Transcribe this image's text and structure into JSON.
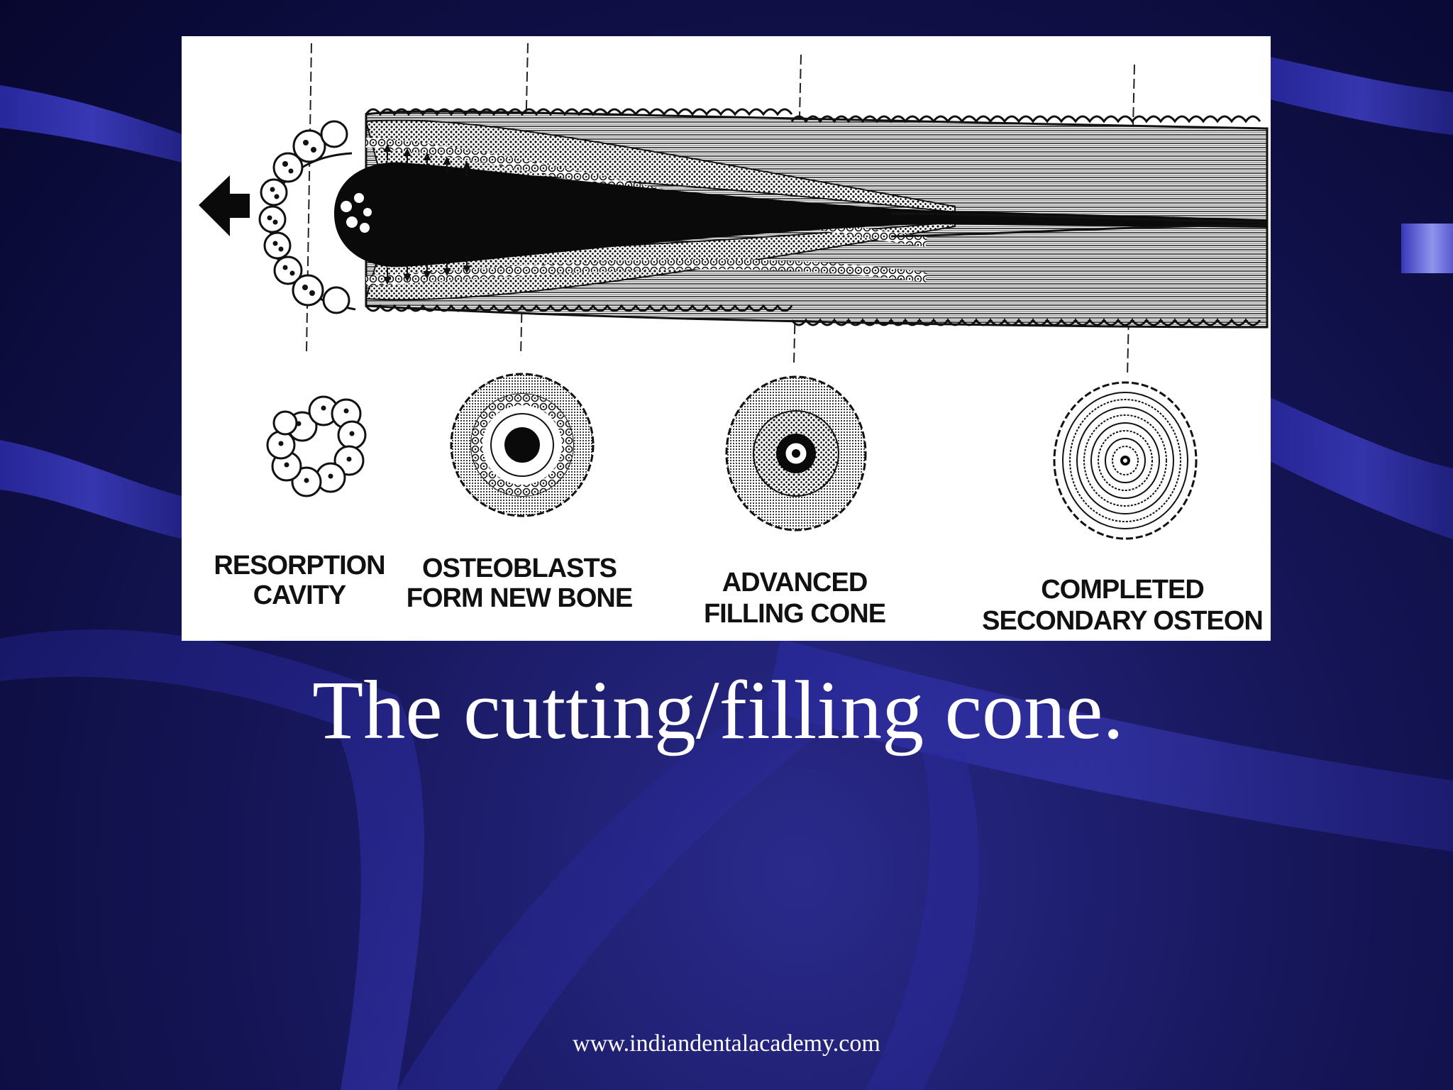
{
  "slide": {
    "title": "The cutting/filling cone.",
    "footer_url": "www.indiandentalacademy.com"
  },
  "diagram": {
    "stage_labels": [
      {
        "line1": "RESORPTION",
        "line2": "CAVITY"
      },
      {
        "line1": "OSTEOBLASTS",
        "line2": "FORM NEW BONE"
      },
      {
        "line1": "ADVANCED",
        "line2": "FILLING CONE"
      },
      {
        "line1": "COMPLETED",
        "line2": "SECONDARY OSTEON"
      }
    ],
    "direction_icon": "left-arrow-icon"
  },
  "colors": {
    "background_dark": "#07072e",
    "ribbon": "#2f2fa0",
    "figure_bg": "#ffffff",
    "ink": "#111111",
    "text": "#ffffff"
  }
}
